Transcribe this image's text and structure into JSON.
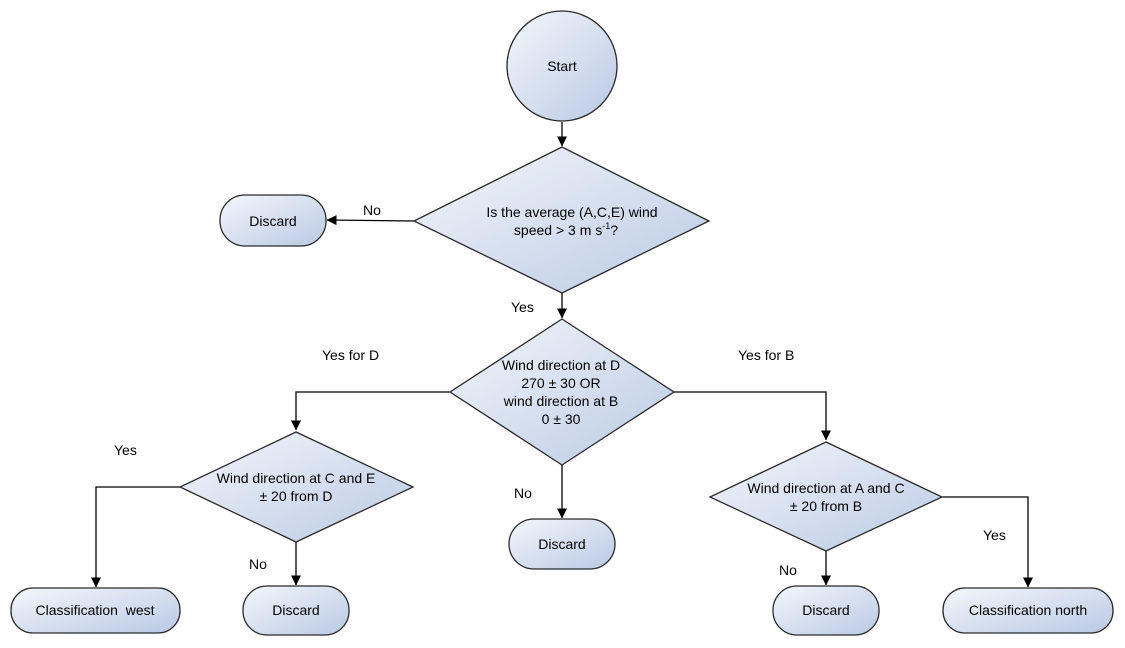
{
  "colors": {
    "node_fill_light": "#f4f7fc",
    "node_fill_dark": "#b9c9e3",
    "stroke": "#2a2a2a",
    "edge": "#000000"
  },
  "nodes": {
    "start": "Start",
    "q1": {
      "line1": "Is the average (A,C,E) wind",
      "line2_pre": "speed > 3 m s",
      "line2_sup": "-1",
      "line2_post": "?"
    },
    "discard_top": "Discard",
    "q2": {
      "line1": "Wind direction at D",
      "line2": "270 ± 30 OR",
      "line3": "wind direction at B",
      "line4": "0 ± 30"
    },
    "discard_mid": "Discard",
    "q3": {
      "line1": "Wind direction at C and E",
      "line2": "± 20 from D"
    },
    "q4": {
      "line1": "Wind direction at A and C",
      "line2": "± 20 from B"
    },
    "class_west": "Classification  west",
    "discard_left": "Discard",
    "discard_right": "Discard",
    "class_north": "Classification north"
  },
  "edge_labels": {
    "q1_no": "No",
    "q1_yes": "Yes",
    "q2_d": "Yes for D",
    "q2_b": "Yes for B",
    "q2_no": "No",
    "q3_yes": "Yes",
    "q3_no": "No",
    "q4_no": "No",
    "q4_yes": "Yes"
  }
}
